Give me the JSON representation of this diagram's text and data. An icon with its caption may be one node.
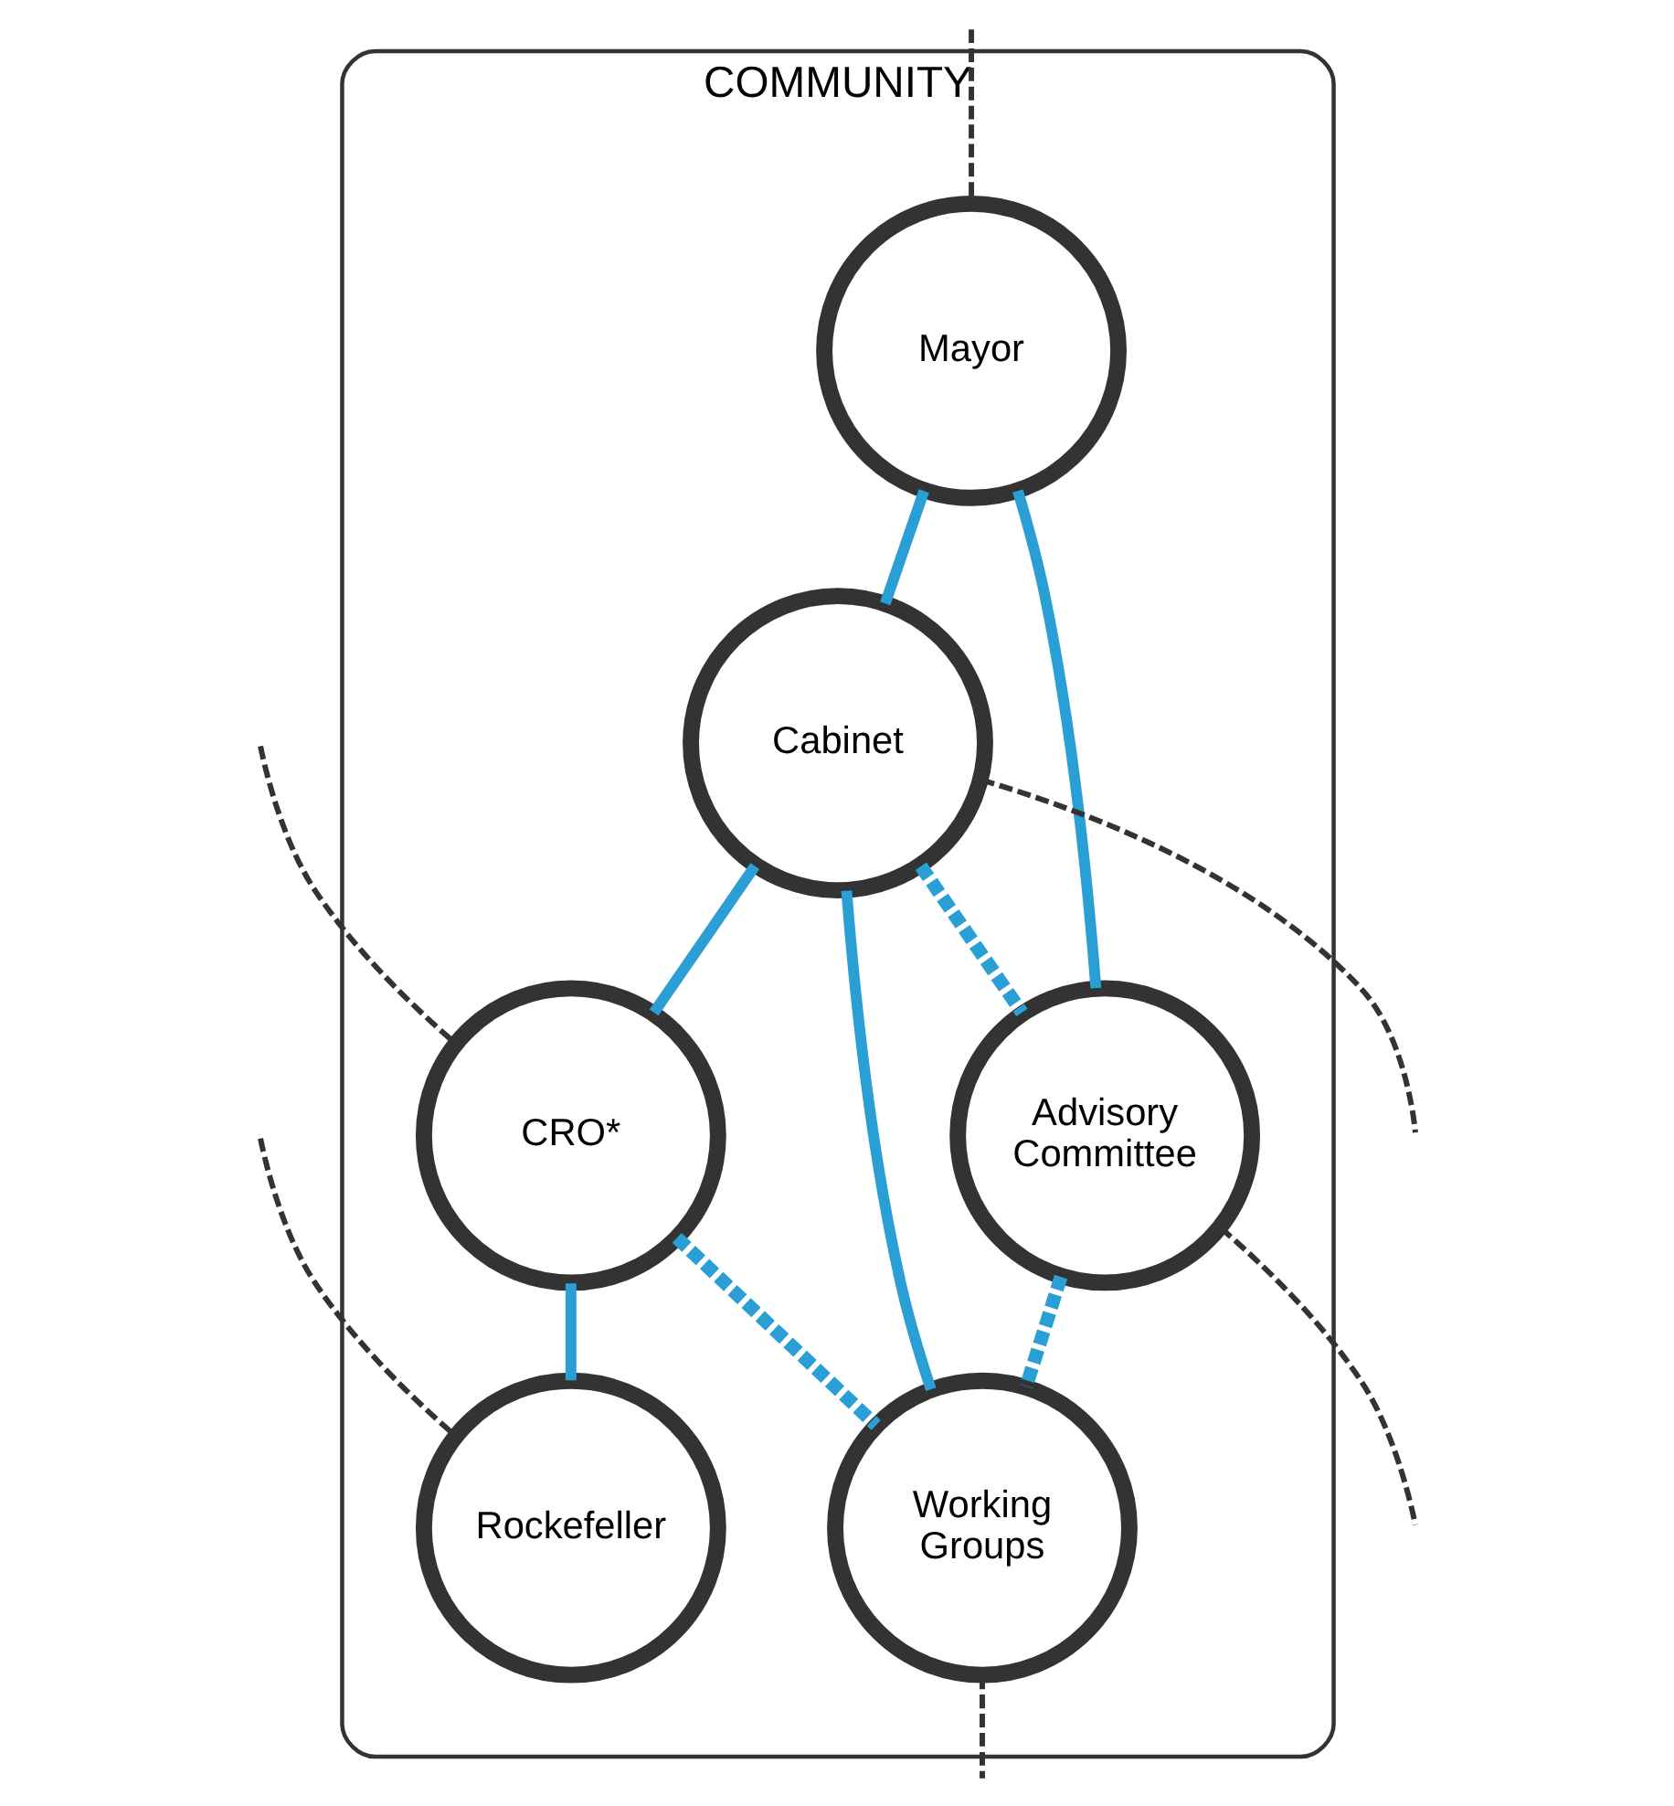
{
  "diagram": {
    "nodes": [
      {
        "text": [
          "COMMUNITY"
        ]
      },
      {
        "text": [
          "Mayor"
        ],
        "in": 0
      },
      {
        "text": [
          "Advisory Committee"
        ],
        "in": 0
      },
      {
        "text": [
          "Cabinet"
        ],
        "in": 0
      },
      {
        "text": [
          "CRO*"
        ],
        "in": 0
      },
      {
        "text": [
          "Rockefeller"
        ],
        "in": 0
      },
      {
        "text": [
          "Working Groups"
        ],
        "in": 0
      }
    ],
    "edges": [
      {
        "from": 1,
        "to": 2,
        "arrow": "none"
      },
      {
        "from": 1,
        "to": 3,
        "arrow": "none"
      },
      {
        "from": 3,
        "to": 2,
        "arrow": "none",
        "style": "dashed"
      },
      {
        "from": 3,
        "to": 4,
        "arrow": "none"
      },
      {
        "from": 4,
        "to": 5,
        "arrow": "none"
      },
      {
        "from": 3,
        "to": 6,
        "arrow": "none"
      },
      {
        "from": 4,
        "to": 6,
        "arrow": "none",
        "style": "dashed"
      },
      {
        "from": 2,
        "to": 6,
        "arrow": "none",
        "style": "dashed"
      },
      {
        "from": null,
        "to": 1,
        "arrow": "none",
        "style": "dashed",
        "color": "#333333"
      },
      {
        "from": 2,
        "to": null,
        "arrow": "none",
        "style": "dashed",
        "color": "#333333"
      },
      {
        "from": 3,
        "to": null,
        "arrow": "none",
        "style": "dashed",
        "color": "#333333"
      },
      {
        "from": null,
        "to": 4,
        "arrow": "none",
        "style": "dashed",
        "color": "#333333"
      },
      {
        "from": null,
        "to": 5,
        "arrow": "none",
        "style": "dashed",
        "color": "#333333"
      },
      {
        "from": 6,
        "to": null,
        "arrow": "none",
        "style": "dashed",
        "color": "#333333"
      }
    ]
  }
}
